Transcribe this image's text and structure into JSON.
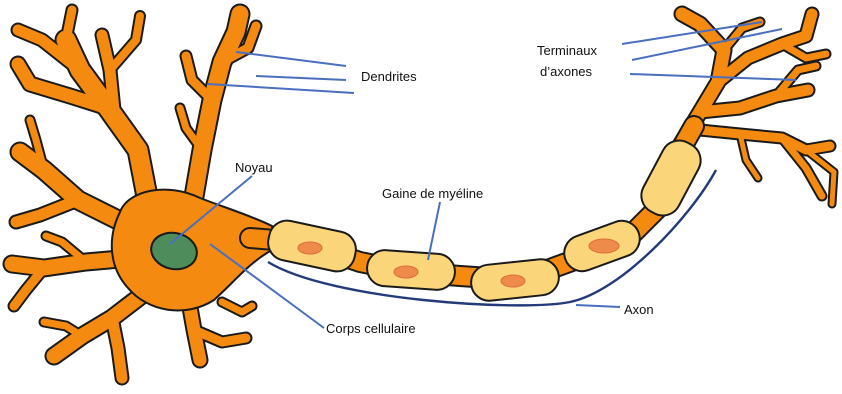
{
  "diagram": {
    "labels": {
      "dendrites": "Dendrites",
      "nucleus": "Noyau",
      "myelin_sheath": "Gaine de myéline",
      "axon_terminals_line1": "Terminaux",
      "axon_terminals_line2": "d’axones",
      "cell_body": "Corps cellulaire",
      "axon": "Axon"
    },
    "colors": {
      "neuron_fill": "#f58a10",
      "outline": "#1a1a1a",
      "myelin_fill": "#fbd57a",
      "myelin_nucleus": "#ee8a4a",
      "cell_nucleus": "#4e8c5c",
      "leader_line": "#4a6fbe",
      "axon_line": "#243a7a"
    }
  }
}
